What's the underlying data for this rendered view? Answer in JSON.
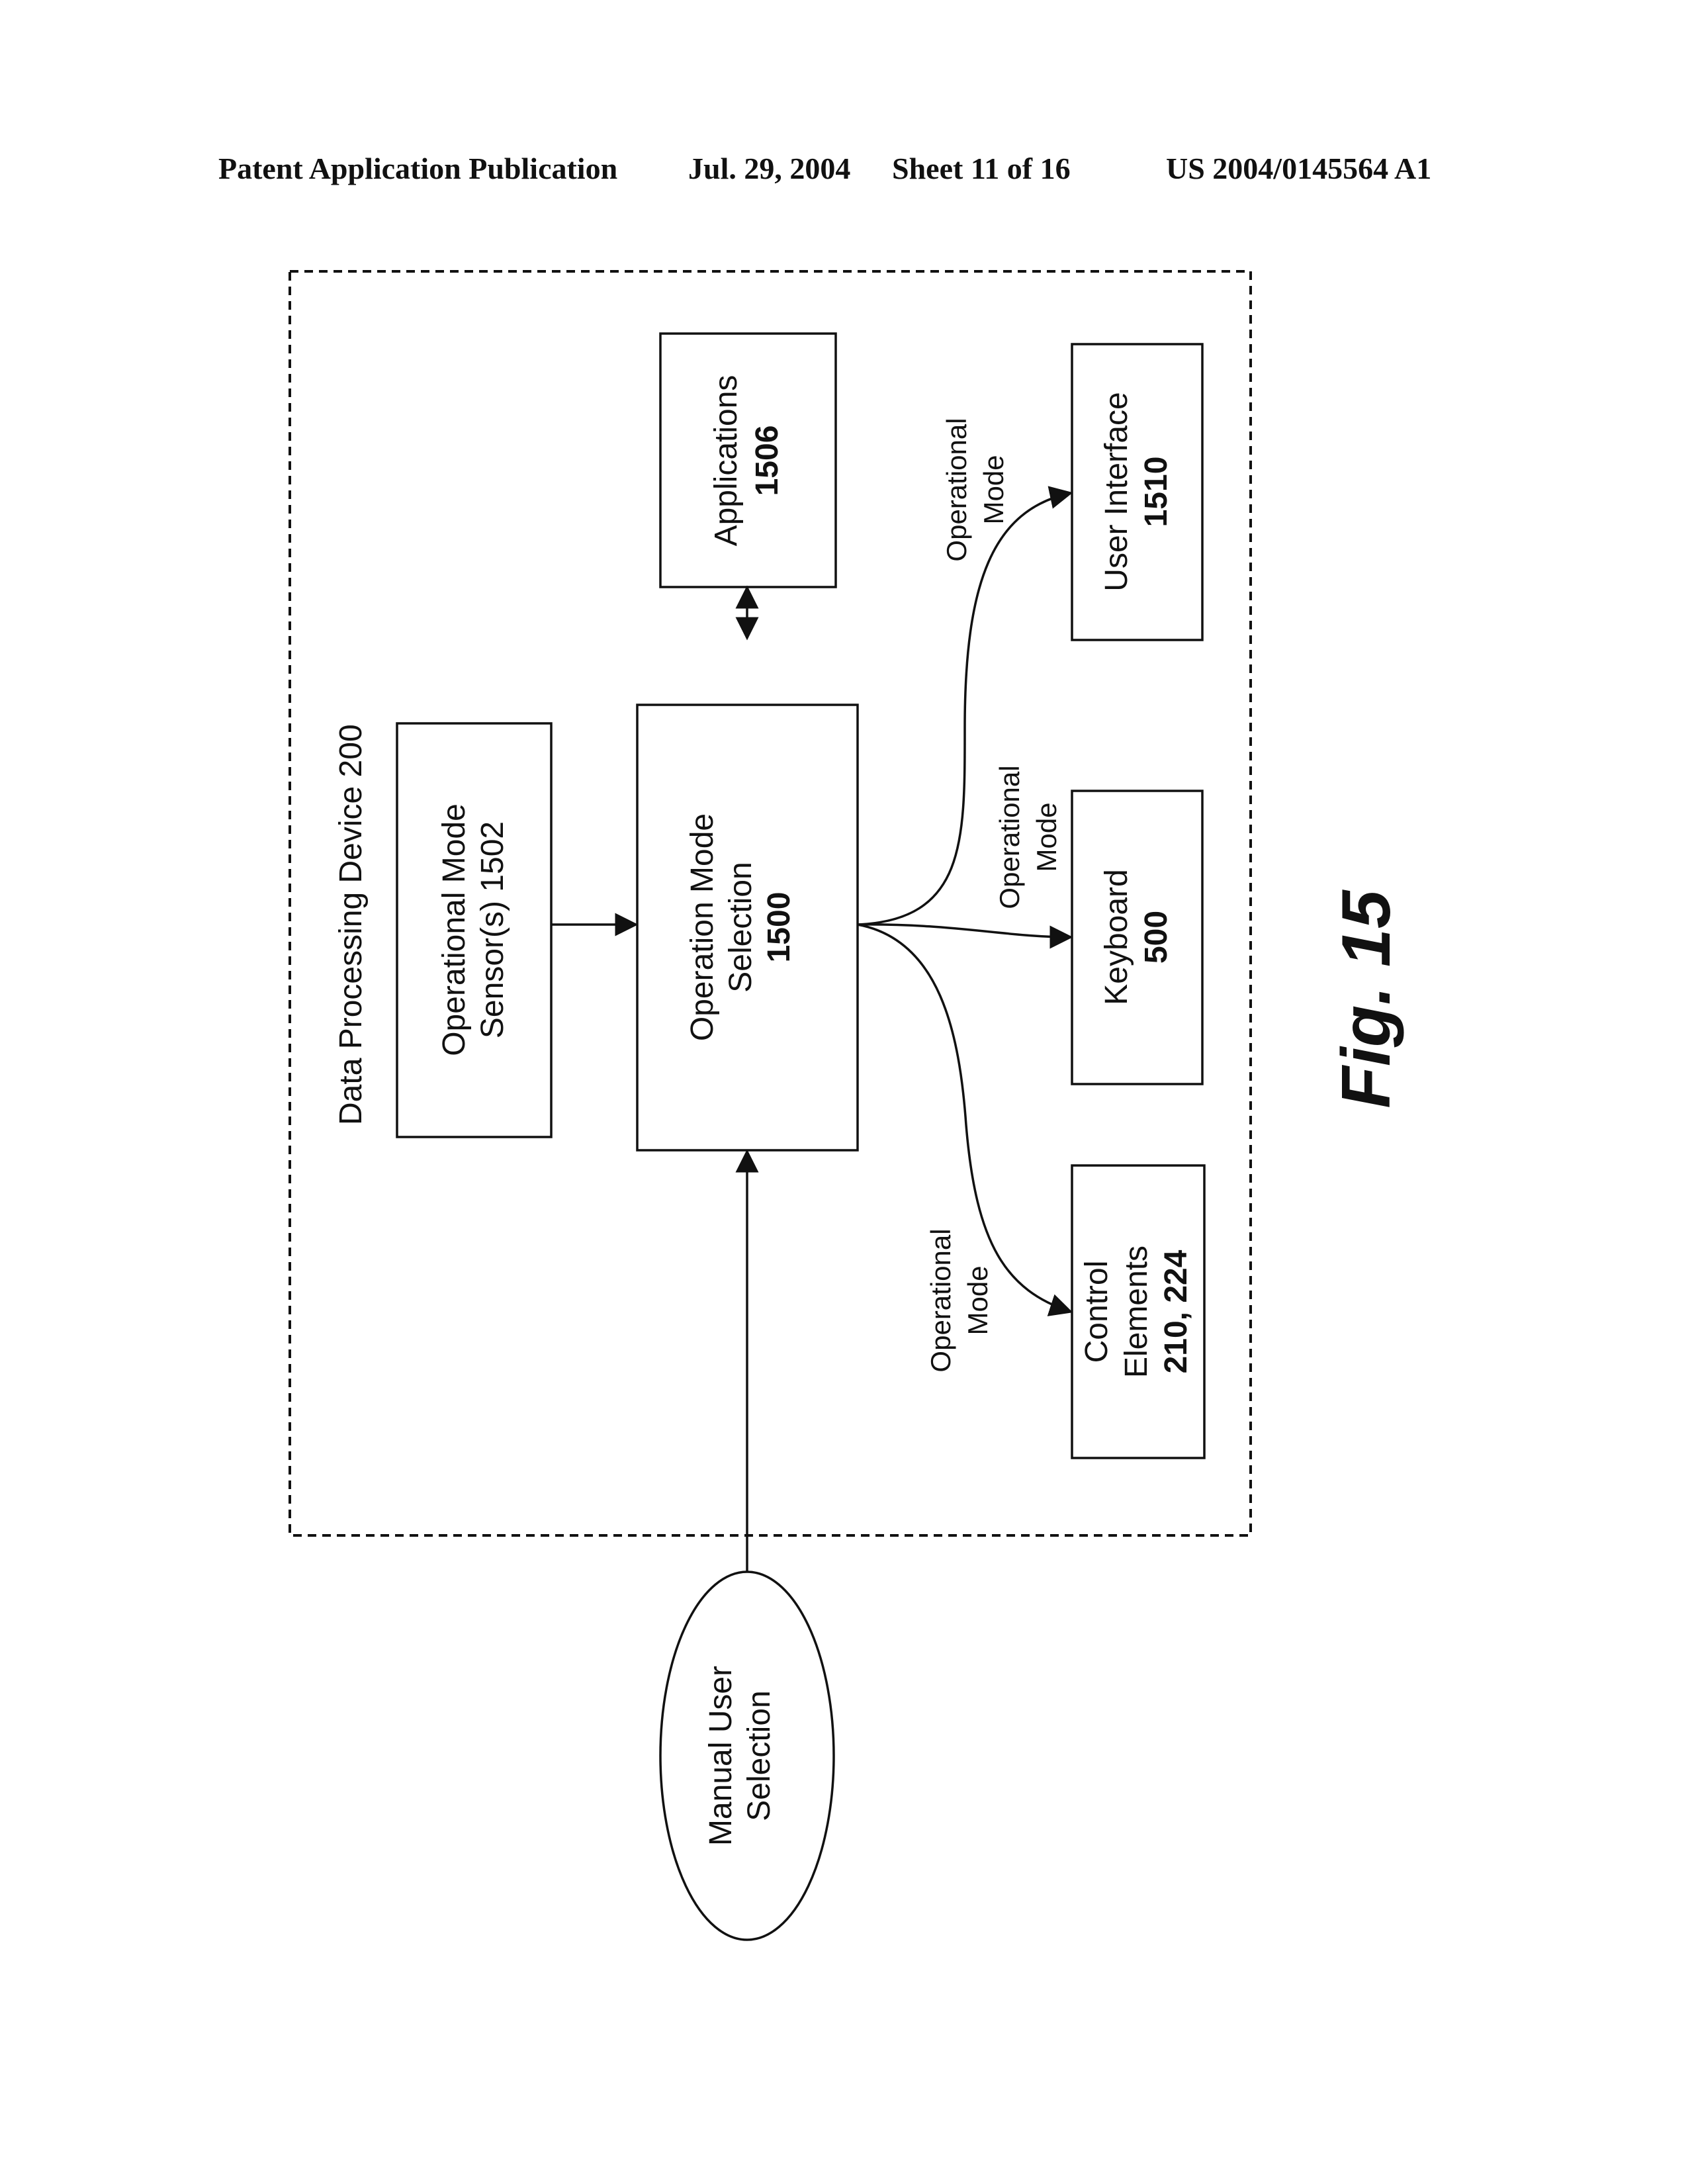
{
  "header": {
    "publication": "Patent Application Publication",
    "date": "Jul. 29, 2004",
    "sheet": "Sheet 11 of 16",
    "number": "US 2004/0145564 A1"
  },
  "diagram": {
    "container_label": "Data Processing Device 200",
    "sensor": {
      "line1": "Operational Mode",
      "line2": "Sensor(s) 1502"
    },
    "selection": {
      "line1": "Operation Mode",
      "line2": "Selection",
      "number": "1500"
    },
    "applications": {
      "line1": "Applications",
      "number": "1506"
    },
    "user_interface": {
      "line1": "User Interface",
      "number": "1510"
    },
    "keyboard": {
      "line1": "Keyboard",
      "number": "500"
    },
    "control": {
      "line1": "Control",
      "line2": "Elements",
      "number": "210, 224"
    },
    "manual": {
      "line1": "Manual User",
      "line2": "Selection"
    },
    "edge_labels": {
      "ui": {
        "line1": "Operational",
        "line2": "Mode"
      },
      "keyboard": {
        "line1": "Operational",
        "line2": "Mode"
      },
      "control": {
        "line1": "Operational",
        "line2": "Mode"
      }
    },
    "figure": "Fig. 15"
  }
}
